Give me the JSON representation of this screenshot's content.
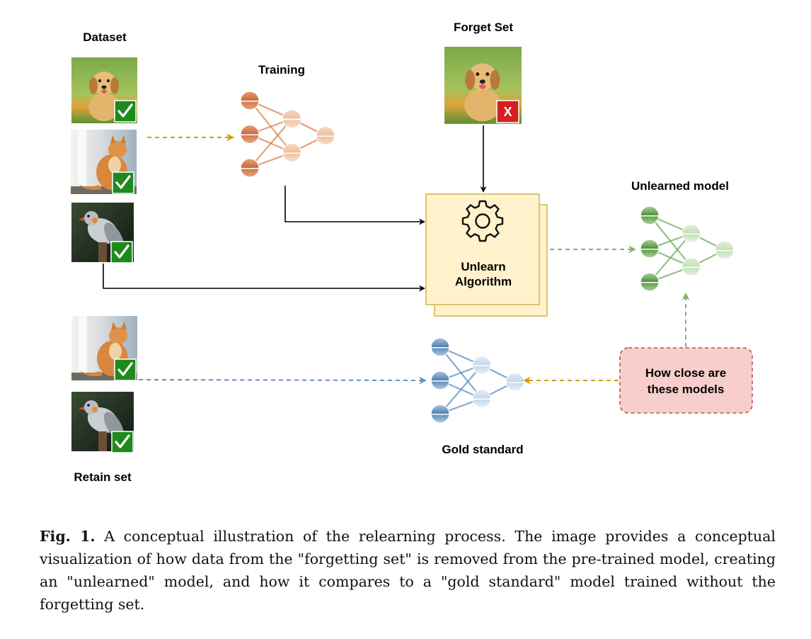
{
  "labels": {
    "dataset": "Dataset",
    "training": "Training",
    "forget_set": "Forget Set",
    "unlearned_model": "Unlearned model",
    "algorithm_line1": "Unlearn",
    "algorithm_line2": "Algorithm",
    "compare_line1": "How close are",
    "compare_line2": "these models",
    "gold_standard": "Gold standard",
    "retain_set": "Retain set"
  },
  "marks": {
    "check": "✓",
    "cross": "X"
  },
  "caption": {
    "fig_label": "Fig. 1.",
    "text": " A conceptual illustration of the relearning process. The image provides a conceptual visualization of how data from the \"forgetting set\" is removed from the pre-trained model, creating an \"unlearned\" model, and how it compares to a \"gold standard\" model trained without the forgetting set."
  },
  "colors": {
    "training_net": "#d9834f",
    "unlearned_net": "#6fae5c",
    "gold_net": "#5f8fc0",
    "algorithm_fill": "#fff2cc",
    "algorithm_border": "#d6b656",
    "compare_fill": "#f8cecc",
    "compare_border": "#b85450",
    "arrow_orange": "#d79b00",
    "arrow_green": "#82b366",
    "arrow_blue": "#6c8ebf",
    "check_bg": "#1e8a1e",
    "cross_bg": "#d42020"
  },
  "icons": [
    "gear-icon",
    "dog-photo",
    "cat-photo",
    "bird-photo",
    "check-icon",
    "cross-icon"
  ]
}
